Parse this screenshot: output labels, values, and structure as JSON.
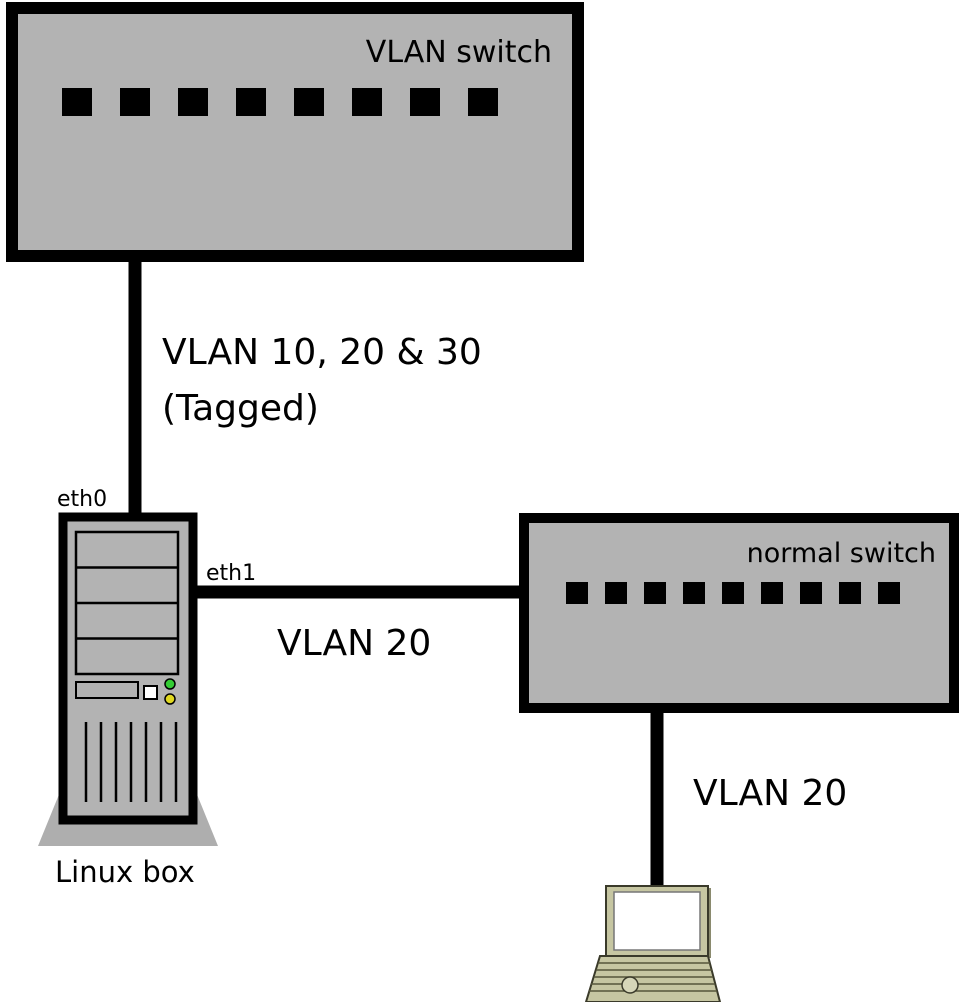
{
  "colors": {
    "switch_fill": "#b3b3b3",
    "cable": "#000000",
    "laptop_body": "#c6c6a2",
    "led_green": "#33cc33",
    "led_yellow": "#e0d820"
  },
  "vlan_switch": {
    "label": "VLAN switch",
    "port_count": 8
  },
  "normal_switch": {
    "label": "normal switch",
    "port_count": 9
  },
  "linux_box": {
    "label": "Linux box",
    "eth0_label": "eth0",
    "eth1_label": "eth1"
  },
  "links": {
    "tagged_line1": "VLAN 10, 20 & 30",
    "tagged_line2": "(Tagged)",
    "vlan20_left": "VLAN 20",
    "vlan20_right": "VLAN 20"
  }
}
